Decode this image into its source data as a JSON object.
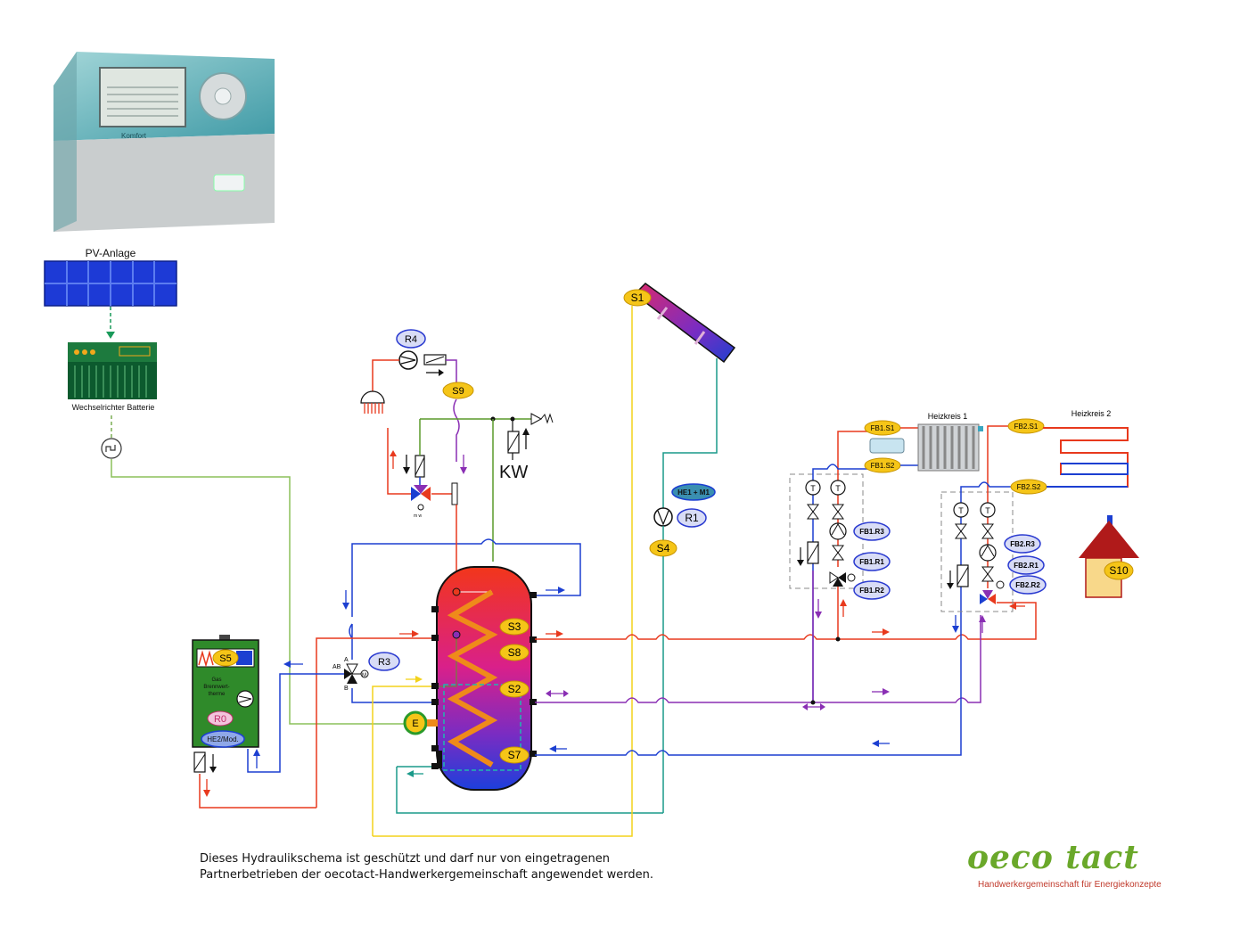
{
  "controller": {
    "brand_label": "Komfort"
  },
  "pv": {
    "title": "PV-Anlage"
  },
  "inverter": {
    "label": "Wechselrichter Batterie"
  },
  "boiler": {
    "label_line1": "Gas",
    "label_line2": "Brennwert-",
    "label_line3": "therme",
    "sensor": "S5",
    "relay": "R0",
    "output": "HE2/Mod."
  },
  "valve_r3": {
    "label": "R3",
    "port_ab": "AB",
    "port_a": "A",
    "port_b": "B",
    "motor": "M"
  },
  "tank": {
    "sensors": [
      "S3",
      "S8",
      "S2",
      "S7"
    ],
    "heater": "E"
  },
  "dhw": {
    "pump": "R4",
    "sensor": "S9",
    "cold_water": "KW"
  },
  "solar": {
    "collector_sensor": "S1",
    "controller": "HE1 + M1",
    "pump": "R1",
    "return_sensor": "S4"
  },
  "hk1": {
    "title": "Heizkreis 1",
    "flow_sensor": "FB1.S1",
    "return_sensor": "FB1.S2",
    "relays": [
      "FB1.R3",
      "FB1.R1",
      "FB1.R2"
    ]
  },
  "hk2": {
    "title": "Heizkreis 2",
    "flow_sensor": "FB2.S1",
    "return_sensor": "FB2.S2",
    "relays": [
      "FB2.R3",
      "FB2.R1",
      "FB2.R2"
    ]
  },
  "house": {
    "sensor": "S10"
  },
  "notice": {
    "line1": "Dieses Hydraulikschema ist geschützt und darf nur von eingetragenen",
    "line2": "Partnerbetrieben der oecotact-Handwerkergemeinschaft angewendet werden."
  },
  "logo": {
    "main": "oeco tact",
    "sub": "Handwerkergemeinschaft für Energiekonzepte"
  },
  "colors": {
    "hot": "#e8391d",
    "cold": "#1c3fd1",
    "mixed": "#8a2fb4",
    "solar": "#1a9a8a",
    "yellow": "#f3d21b",
    "green": "#5a9a2a",
    "sensor_fill": "#f5c518",
    "relay_fill": "#d8dcf6"
  }
}
